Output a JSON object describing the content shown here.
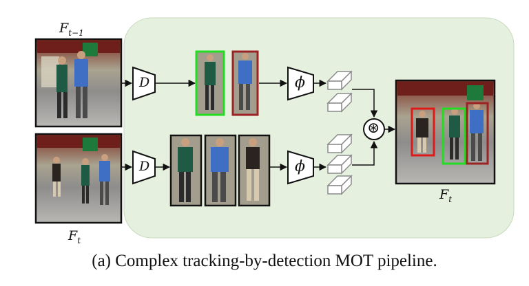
{
  "labels": {
    "frame_prev_base": "F",
    "frame_prev_sub": "t−1",
    "frame_cur_base": "F",
    "frame_cur_sub": "t",
    "output_base": "F",
    "output_sub": "t",
    "detector": "D",
    "embedder": "ϕ",
    "combine": "⊛"
  },
  "caption": "(a) Complex tracking-by-detection MOT pipeline.",
  "colors": {
    "panel": "#e6f0de",
    "box_green": "#22dd22",
    "box_red": "#e01919",
    "box_darkred": "#9b2323"
  }
}
